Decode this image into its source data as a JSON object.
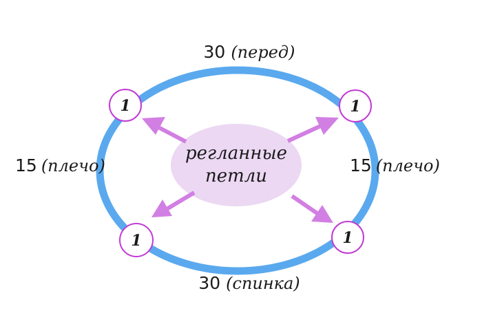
{
  "diagram": {
    "edges": {
      "top": {
        "count": "30",
        "name": "(перед)"
      },
      "bottom": {
        "count": "30",
        "name": "(спинка)"
      },
      "left": {
        "count": "15",
        "name": "(плечо)"
      },
      "right": {
        "count": "15",
        "name": "(плечо)"
      }
    },
    "center": {
      "line1": "регланные",
      "line2": "петли"
    },
    "nodes": {
      "top_left": "1",
      "top_right": "1",
      "bottom_left": "1",
      "bottom_right": "1"
    },
    "colors": {
      "ring": "#5aa9ee",
      "center_fill": "#ecd8f3",
      "arrow": "#d27fe3",
      "node_stroke": "#c13bd4",
      "text": "#1a1a1a"
    }
  }
}
